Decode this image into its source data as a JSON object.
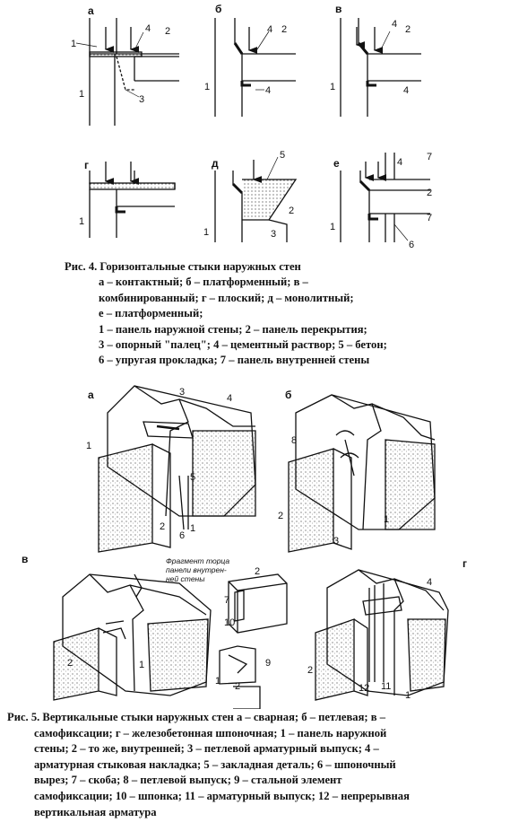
{
  "figure4": {
    "panel_labels": [
      "а",
      "б",
      "в",
      "г",
      "д",
      "е"
    ],
    "caption": {
      "title": "Рис. 4. Горизонтальные стыки наружных стен",
      "lines": [
        "а – контактный; б – платформенный; в –",
        "комбинированный; г – плоский; д – монолитный;",
        "е – платформенный;",
        "1 – панель наружной стены; 2 – панель перекрытия;",
        "3 – опорный \"палец\"; 4 – цементный раствор; 5 – бетон;",
        "6 – упругая  прокладка;  7 – панель внутренней стены"
      ]
    }
  },
  "figure5": {
    "panel_labels": [
      "а",
      "б",
      "в",
      "г"
    ],
    "inset_note": [
      "Фрагмент торца",
      "панели внутрен-",
      "ней стены"
    ],
    "caption": {
      "title": "Рис. 5. Вертикальные стыки наружных стен а – сварная; б – петлевая; в –",
      "lines": [
        "самофиксации; г – железобетонная шпоночная; 1 – панель наружной",
        "стены; 2 – то же, внутренней; 3 – петлевой арматурный выпуск; 4 –",
        "арматурная стыковая накладка; 5 – закладная деталь; 6 – шпоночный",
        "вырез; 7 – скоба; 8 – петлевой выпуск; 9 – стальной элемент",
        "самофиксации; 10 – шпонка; 11 – арматурный выпуск; 12 – непрерывная",
        "вертикальная арматура"
      ]
    }
  },
  "numbers": [
    "1",
    "2",
    "3",
    "4",
    "5",
    "6",
    "7",
    "8",
    "9",
    "10",
    "11",
    "12"
  ]
}
